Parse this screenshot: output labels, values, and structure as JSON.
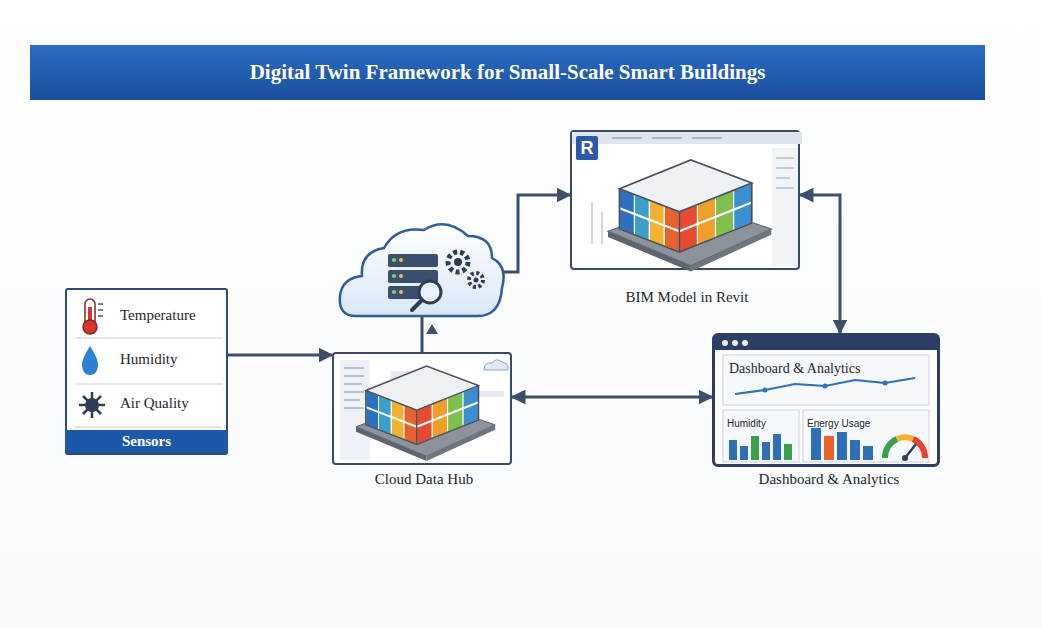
{
  "diagram": {
    "title": "Digital Twin Framework for Small-Scale Smart Buildings",
    "nodes": [
      {
        "text": [
          "Temperature",
          "Humidity",
          "Air Quality",
          "Sensors"
        ]
      },
      {
        "text": [
          "Cloud Data Hub"
        ]
      },
      {
        "text": [
          "BIM Model in Revit"
        ]
      },
      {
        "text": [
          "Dashboard & Analytics",
          "Humidity",
          "Energy Usage",
          "Dashboard & Analytics"
        ]
      }
    ],
    "edges": [
      {
        "from": 0,
        "to": 1,
        "arrow": "to"
      },
      {
        "from": 1,
        "to": 2,
        "arrow": "to"
      },
      {
        "from": 2,
        "to": 3,
        "arrow": "both"
      },
      {
        "from": 1,
        "to": 3,
        "arrow": "both"
      }
    ],
    "labels": [
      "R"
    ]
  }
}
